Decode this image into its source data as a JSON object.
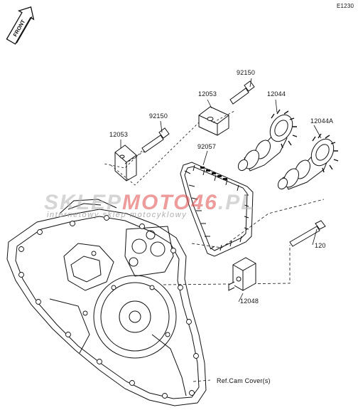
{
  "diagram_code": "E1230",
  "front_label": "FRONT",
  "watermark": {
    "part1": "SKLEP",
    "part2": "MOTO",
    "part3": "46",
    "part4": ".PL",
    "url": "internetowy sklep motocyklowy",
    "colors": {
      "grey": "#b4b4b4",
      "red": "#e14b4b"
    }
  },
  "callouts": {
    "bolt_upper": "92150",
    "tensioner_upper": "12053",
    "bolt_left": "92150",
    "tensioner_left": "12053",
    "camshaft_left": "12044",
    "camshaft_right": "12044A",
    "cam_chain": "92057",
    "tensioner_bolt": "120",
    "chain_tensioner": "12048",
    "ref_note": "Ref.Cam Cover(s)"
  }
}
